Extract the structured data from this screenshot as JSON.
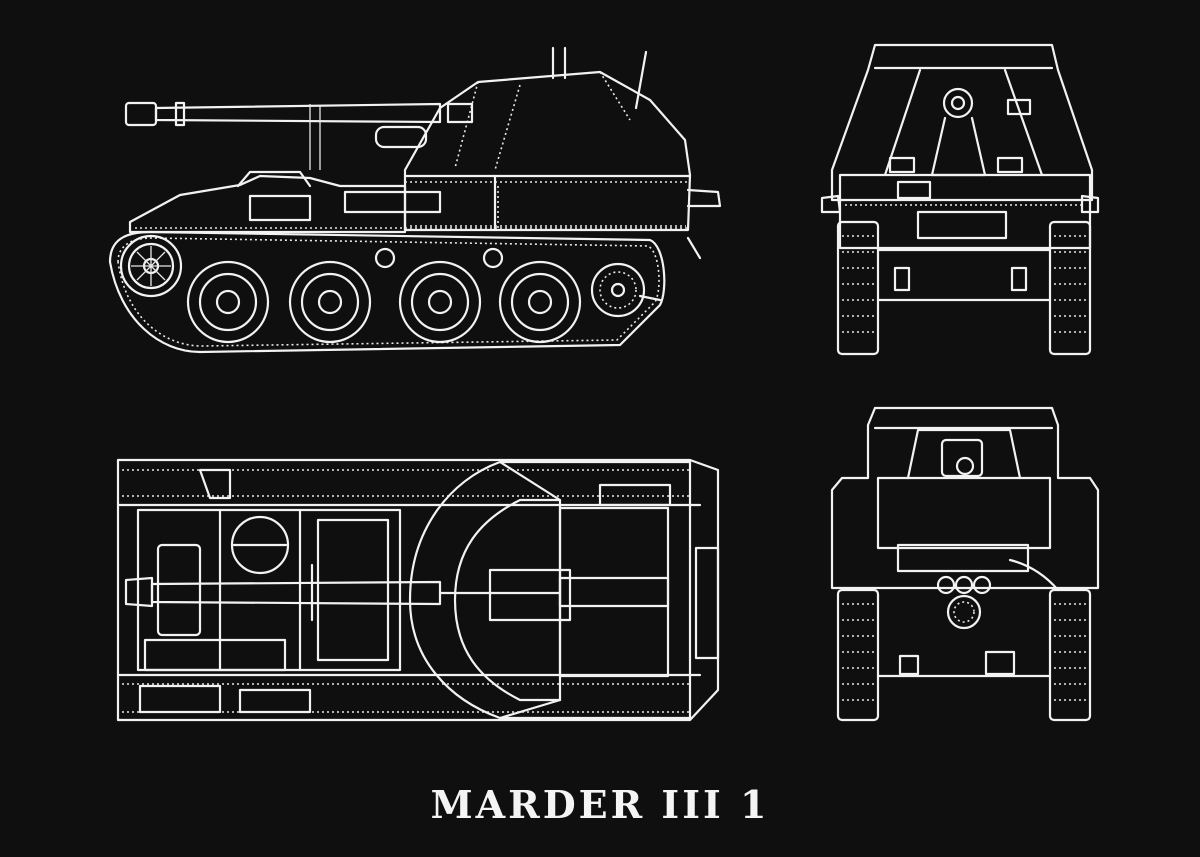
{
  "poster": {
    "title": "MARDER III 1"
  },
  "colors": {
    "background": "#0f0f0f",
    "linework": "#f2f2f2"
  },
  "views": [
    {
      "name": "side-view-drawing"
    },
    {
      "name": "front-view-drawing"
    },
    {
      "name": "top-view-drawing"
    },
    {
      "name": "rear-view-drawing"
    }
  ]
}
